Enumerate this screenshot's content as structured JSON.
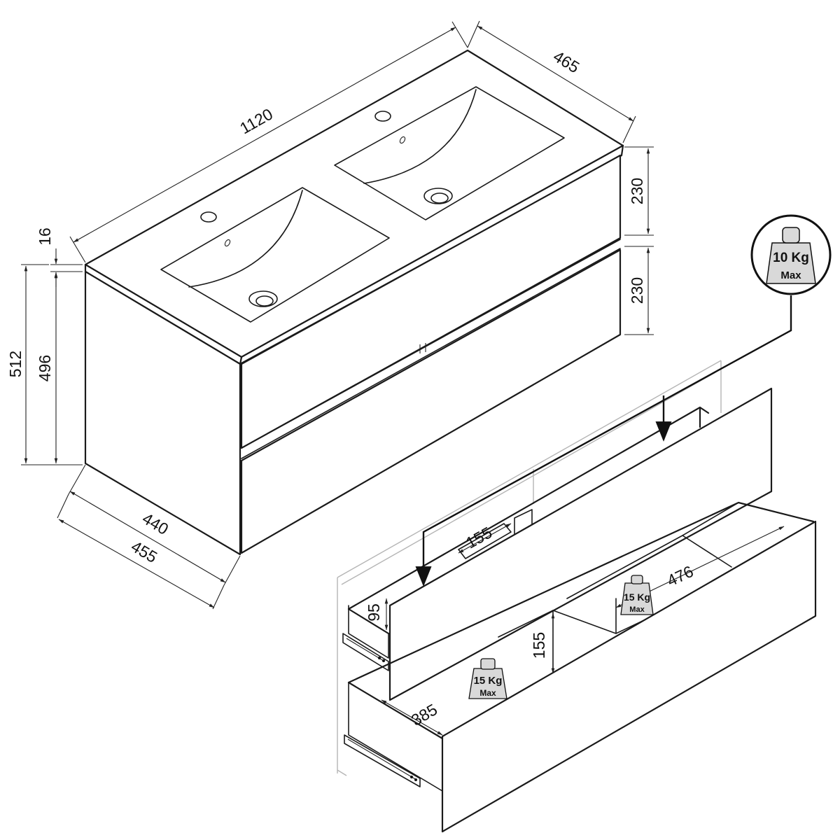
{
  "colors": {
    "line": "#1a1a1a",
    "background": "#ffffff",
    "weight_fill": "#d9d9d9",
    "guide": "#b5b5b5"
  },
  "dimensions": {
    "width": "1120",
    "depth_top": "465",
    "top_thickness": "16",
    "total_height": "512",
    "body_height": "496",
    "drawer_upper_height": "230",
    "drawer_lower_height": "230",
    "body_depth": "440",
    "overall_depth": "455",
    "upper_drawer_inner_depth": "155",
    "upper_drawer_inner_height": "95",
    "lower_drawer_inner_height": "155",
    "lower_drawer_inner_depth": "385",
    "drawer_inner_width": "476"
  },
  "weights": {
    "upper_drawer": {
      "value": "10 Kg",
      "max": "Max"
    },
    "lower_front": {
      "value": "15 Kg",
      "max": "Max"
    },
    "lower_back": {
      "value": "15 Kg",
      "max": "Max"
    }
  },
  "icons": [
    "weight-icon",
    "drawer-slide-icon",
    "basin-icon"
  ]
}
